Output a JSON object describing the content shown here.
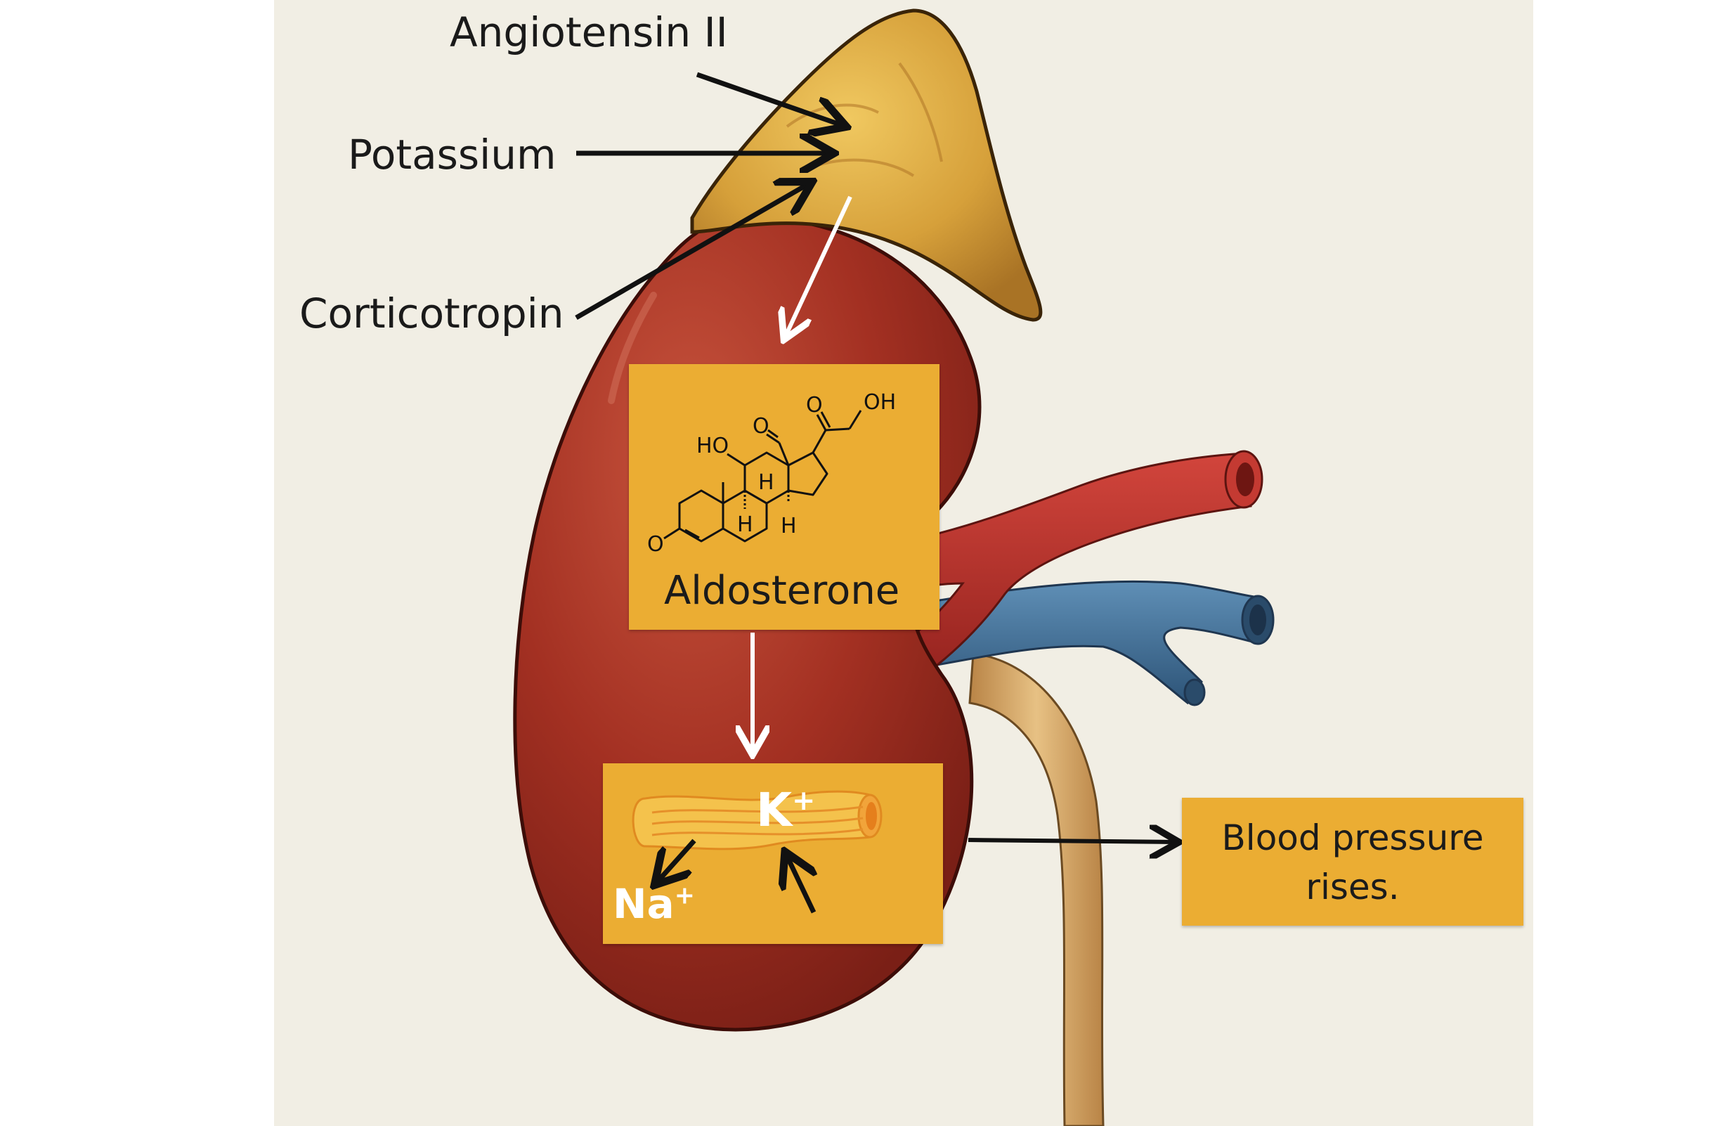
{
  "diagram": {
    "inputs": {
      "angiotensin": "Angiotensin II",
      "potassium": "Potassium",
      "corticotropin": "Corticotropin"
    },
    "hormone": {
      "name": "Aldosterone",
      "atoms": {
        "oh": "OH",
        "o_ketone": "O",
        "o_aldehyde": "O",
        "ho": "HO",
        "h1": "H",
        "h2": "H",
        "h3": "H",
        "o_ring": "O"
      }
    },
    "ions": {
      "potassium": "K",
      "sodium": "Na",
      "charge": "+"
    },
    "outcome": {
      "line1": "Blood pressure",
      "line2": "rises."
    },
    "colors": {
      "background": "#f1eee4",
      "box": "#ebad33",
      "kidney": "#a83324",
      "adrenal": "#d9a441",
      "artery": "#b52e2a",
      "vein": "#3c6f98",
      "ureter": "#d9ad6a"
    }
  }
}
